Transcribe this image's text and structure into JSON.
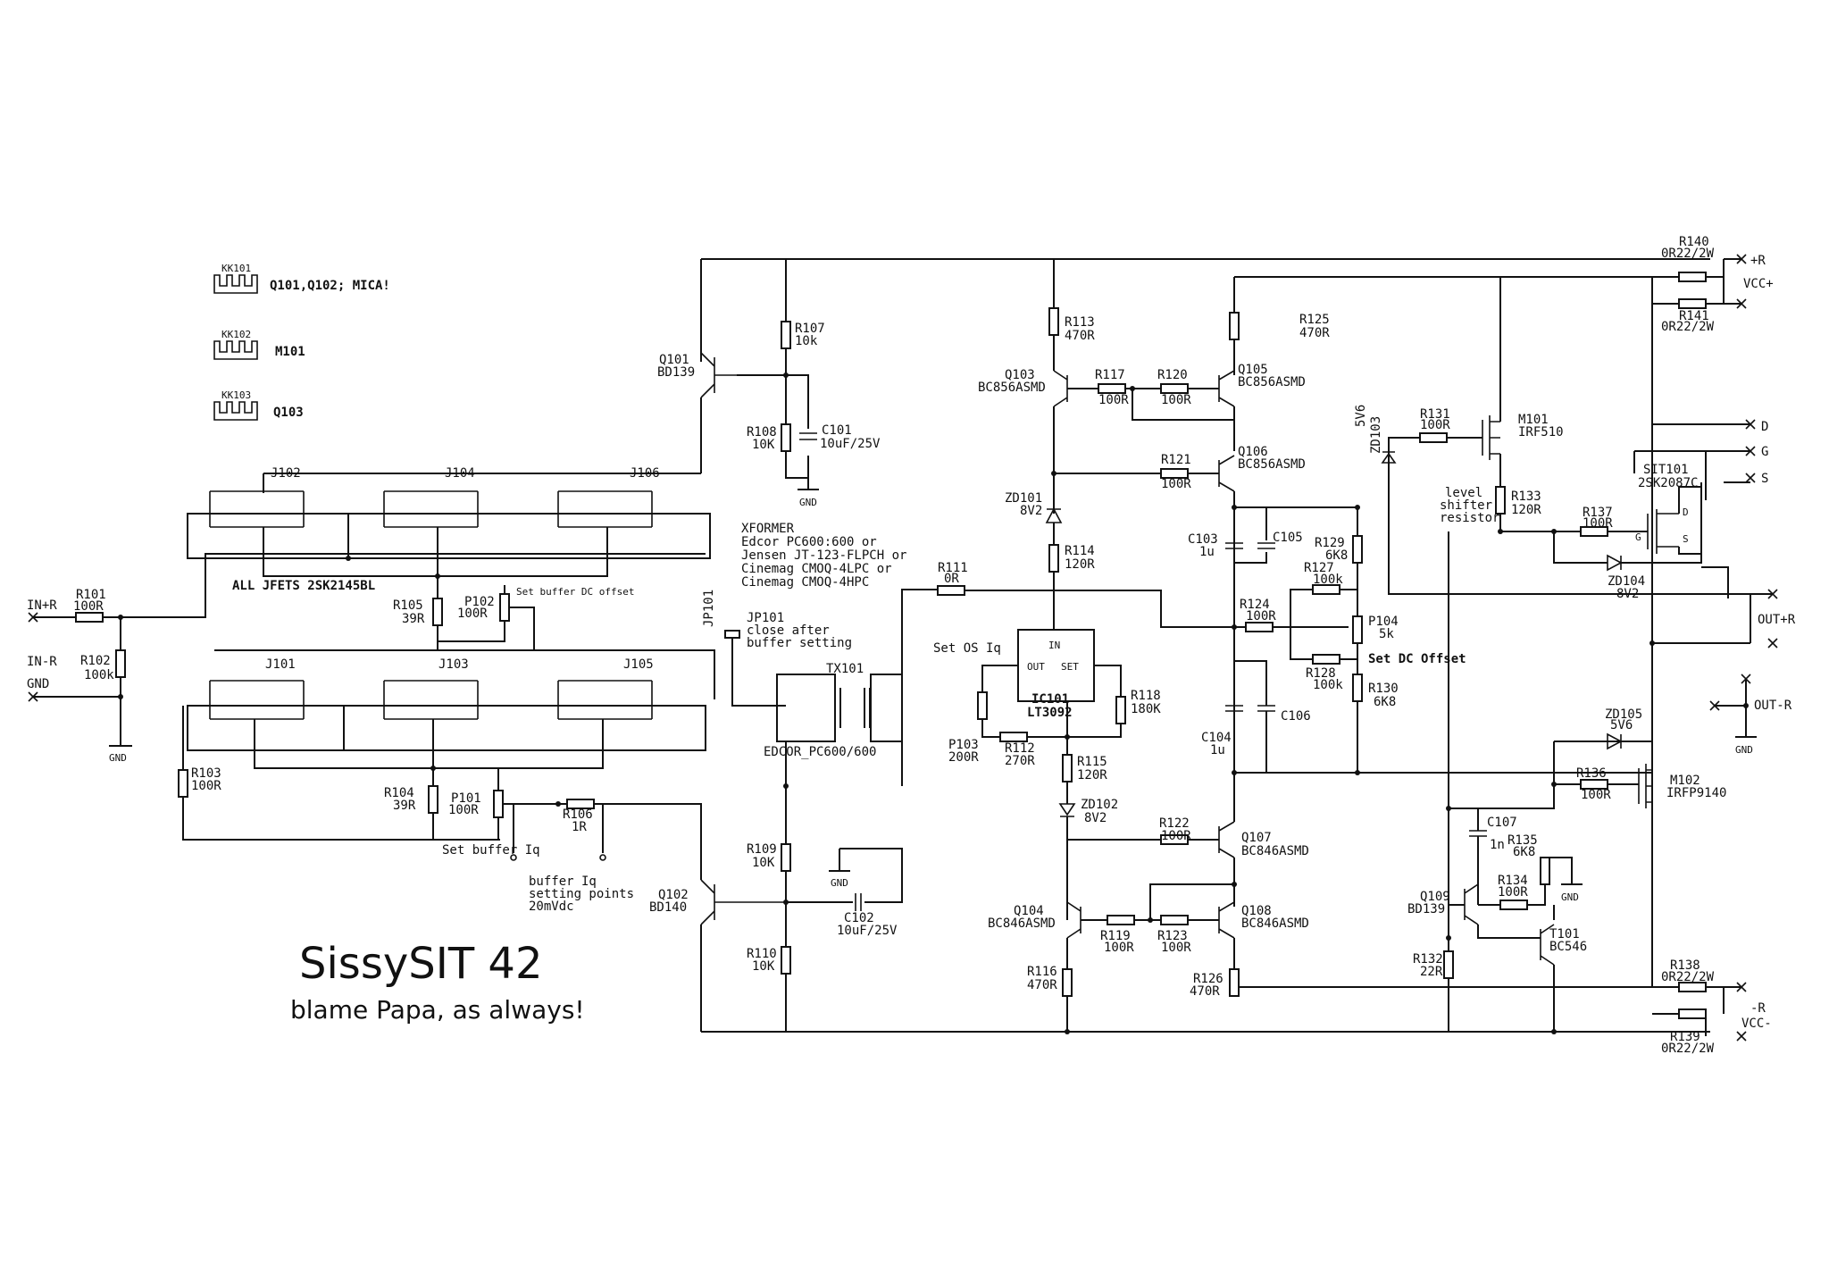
{
  "heatsinks": [
    {
      "ref": "KK101",
      "note": "Q101,Q102; MICA!"
    },
    {
      "ref": "KK102",
      "note": "M101"
    },
    {
      "ref": "KK103",
      "note": "Q103"
    }
  ],
  "title": "SissySIT 42",
  "subtitle": "blame Papa, as always!",
  "ports": {
    "in_r": "IN+R",
    "in_r_neg": "IN-R",
    "gnd": "GND",
    "plus_r": "+R",
    "vcc_pos": "VCC+",
    "minus_r": "-R",
    "vcc_neg": "VCC-",
    "out_pos": "OUT+R",
    "out_neg": "OUT-R",
    "d": "D",
    "g": "G",
    "s": "S"
  },
  "notes": {
    "all_jfets": "ALL JFETS 2SK2145BL",
    "buffer_offset": "Set buffer DC offset",
    "buffer_iq": "Set buffer Iq",
    "buffer_iq_points": "buffer Iq",
    "buffer_iq_points2": "setting points",
    "buffer_iq_points3": "20mVdc",
    "jp_line1": "close after",
    "jp_line2": "buffer setting",
    "xformer_1": "XFORMER",
    "xformer_2": "Edcor PC600:600 or",
    "xformer_3": "Jensen JT-123-FLPCH or",
    "xformer_4": "Cinemag CMOQ-4LPC or",
    "xformer_5": "Cinemag CMOQ-4HPC",
    "tx_name": "EDCOR_PC600/600",
    "os_iq": "Set OS Iq",
    "dc_offset": "Set DC Offset",
    "level_1": "level",
    "level_2": "shifter",
    "level_3": "resistor"
  },
  "components": {
    "R101": {
      "ref": "R101",
      "val": "100R"
    },
    "R102": {
      "ref": "R102",
      "val": "100k"
    },
    "R103": {
      "ref": "R103",
      "val": "100R"
    },
    "R104": {
      "ref": "R104",
      "val": "39R"
    },
    "R105": {
      "ref": "R105",
      "val": "39R"
    },
    "R106": {
      "ref": "R106",
      "val": "1R"
    },
    "R107": {
      "ref": "R107",
      "val": "10k"
    },
    "R108": {
      "ref": "R108",
      "val": "10K"
    },
    "R109": {
      "ref": "R109",
      "val": "10K"
    },
    "R110": {
      "ref": "R110",
      "val": "10K"
    },
    "R111": {
      "ref": "R111",
      "val": "0R"
    },
    "R112": {
      "ref": "R112",
      "val": "270R"
    },
    "R113": {
      "ref": "R113",
      "val": "470R"
    },
    "R114": {
      "ref": "R114",
      "val": "120R"
    },
    "R115": {
      "ref": "R115",
      "val": "120R"
    },
    "R116": {
      "ref": "R116",
      "val": "470R"
    },
    "R117": {
      "ref": "R117",
      "val": "100R"
    },
    "R118": {
      "ref": "R118",
      "val": "180K"
    },
    "R119": {
      "ref": "R119",
      "val": "100R"
    },
    "R120": {
      "ref": "R120",
      "val": "100R"
    },
    "R121": {
      "ref": "R121",
      "val": "100R"
    },
    "R122": {
      "ref": "R122",
      "val": "100R"
    },
    "R123": {
      "ref": "R123",
      "val": "100R"
    },
    "R124": {
      "ref": "R124",
      "val": "100R"
    },
    "R125": {
      "ref": "R125",
      "val": "470R"
    },
    "R126": {
      "ref": "R126",
      "val": "470R"
    },
    "R127": {
      "ref": "R127",
      "val": "100k"
    },
    "R128": {
      "ref": "R128",
      "val": "100k"
    },
    "R129": {
      "ref": "R129",
      "val": "6K8"
    },
    "R130": {
      "ref": "R130",
      "val": "6K8"
    },
    "R131": {
      "ref": "R131",
      "val": "100R"
    },
    "R132": {
      "ref": "R132",
      "val": "22R"
    },
    "R133": {
      "ref": "R133",
      "val": "120R"
    },
    "R134": {
      "ref": "R134",
      "val": "100R"
    },
    "R135": {
      "ref": "R135",
      "val": "6K8"
    },
    "R136": {
      "ref": "R136",
      "val": "100R"
    },
    "R137": {
      "ref": "R137",
      "val": "100R"
    },
    "R138": {
      "ref": "R138",
      "val": "0R22/2W"
    },
    "R139": {
      "ref": "R139",
      "val": "0R22/2W"
    },
    "R140": {
      "ref": "R140",
      "val": "0R22/2W"
    },
    "R141": {
      "ref": "R141",
      "val": "0R22/2W"
    },
    "P101": {
      "ref": "P101",
      "val": "100R"
    },
    "P102": {
      "ref": "P102",
      "val": "100R"
    },
    "P103": {
      "ref": "P103",
      "val": "200R"
    },
    "P104": {
      "ref": "P104",
      "val": "5k"
    },
    "C101": {
      "ref": "C101",
      "val": "10uF/25V"
    },
    "C102": {
      "ref": "C102",
      "val": "10uF/25V"
    },
    "C103": {
      "ref": "C103",
      "val": "1u"
    },
    "C104": {
      "ref": "C104",
      "val": "1u"
    },
    "C105": {
      "ref": "C105",
      "val": ""
    },
    "C106": {
      "ref": "C106",
      "val": ""
    },
    "C107": {
      "ref": "C107",
      "val": "1n"
    },
    "Q101": {
      "ref": "Q101",
      "val": "BD139"
    },
    "Q102": {
      "ref": "Q102",
      "val": "BD140"
    },
    "Q103": {
      "ref": "Q103",
      "val": "BC856ASMD"
    },
    "Q104": {
      "ref": "Q104",
      "val": "BC846ASMD"
    },
    "Q105": {
      "ref": "Q105",
      "val": "BC856ASMD"
    },
    "Q106": {
      "ref": "Q106",
      "val": "BC856ASMD"
    },
    "Q107": {
      "ref": "Q107",
      "val": "BC846ASMD"
    },
    "Q108": {
      "ref": "Q108",
      "val": "BC846ASMD"
    },
    "Q109": {
      "ref": "Q109",
      "val": "BD139"
    },
    "T101": {
      "ref": "T101",
      "val": "BC546"
    },
    "M101": {
      "ref": "M101",
      "val": "IRF510"
    },
    "M102": {
      "ref": "M102",
      "val": "IRFP9140"
    },
    "SIT101": {
      "ref": "SIT101",
      "val": "2SK2087C"
    },
    "ZD101": {
      "ref": "ZD101",
      "val": "8V2"
    },
    "ZD102": {
      "ref": "ZD102",
      "val": "8V2"
    },
    "ZD103": {
      "ref": "ZD103",
      "val": "5V6"
    },
    "ZD104": {
      "ref": "ZD104",
      "val": "8V2"
    },
    "ZD105": {
      "ref": "ZD105",
      "val": "5V6"
    },
    "IC101": {
      "ref": "IC101",
      "val": "LT3092"
    },
    "JP101": {
      "ref": "JP101",
      "val": ""
    },
    "TX101": {
      "ref": "TX101",
      "val": ""
    },
    "J101": {
      "ref": "J101",
      "val": ""
    },
    "J102": {
      "ref": "J102",
      "val": ""
    },
    "J103": {
      "ref": "J103",
      "val": ""
    },
    "J104": {
      "ref": "J104",
      "val": ""
    },
    "J105": {
      "ref": "J105",
      "val": ""
    },
    "J106": {
      "ref": "J106",
      "val": ""
    }
  },
  "ic_pins": {
    "in": "IN",
    "out": "OUT",
    "set": "SET"
  }
}
